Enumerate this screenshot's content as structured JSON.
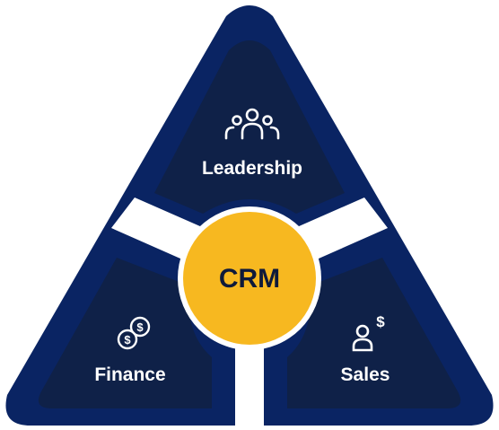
{
  "diagram": {
    "center": {
      "label": "CRM"
    },
    "segments": [
      {
        "label": "Leadership",
        "icon": "team-icon"
      },
      {
        "label": "Finance",
        "icon": "coins-dollar-icon"
      },
      {
        "label": "Sales",
        "icon": "person-dollar-icon"
      }
    ]
  },
  "colors": {
    "outer": "#0a2463",
    "inner": "#0f2148",
    "center": "#f7b820",
    "center_text": "#0f1a3a",
    "text": "#ffffff",
    "gap": "#ffffff"
  }
}
